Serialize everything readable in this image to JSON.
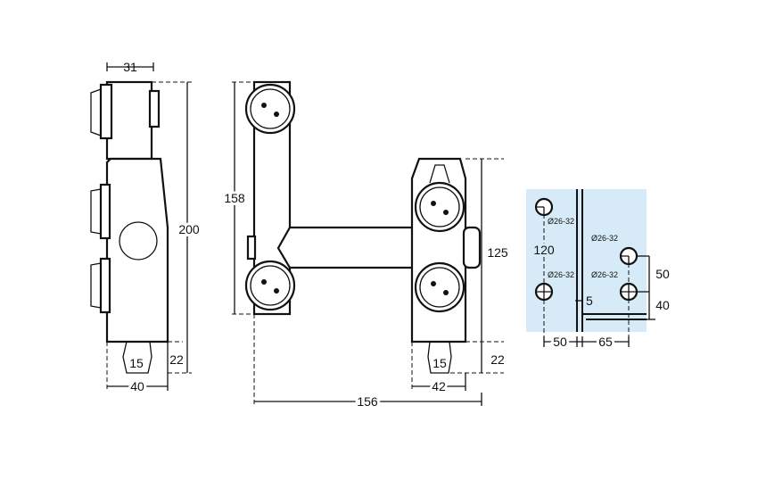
{
  "side_view": {
    "dims": {
      "top_width": "31",
      "height": "200",
      "foot_height": "22",
      "foot_width": "15",
      "base_width": "40"
    }
  },
  "front_view": {
    "dims": {
      "left_height": "158",
      "right_height": "125",
      "foot_height": "22",
      "foot_width": "15",
      "base_width": "42",
      "total_width": "156"
    }
  },
  "glass_panel": {
    "background": "#d6ebf7",
    "hole_labels": [
      "Ø26-32",
      "Ø26-32",
      "Ø26-32",
      "Ø26-32"
    ],
    "dims": {
      "vertical_spacing": "120",
      "gap": "5",
      "left_offset": "50",
      "right_offset": "65",
      "upper_right_spacing": "50",
      "lower_right_offset": "40"
    }
  }
}
